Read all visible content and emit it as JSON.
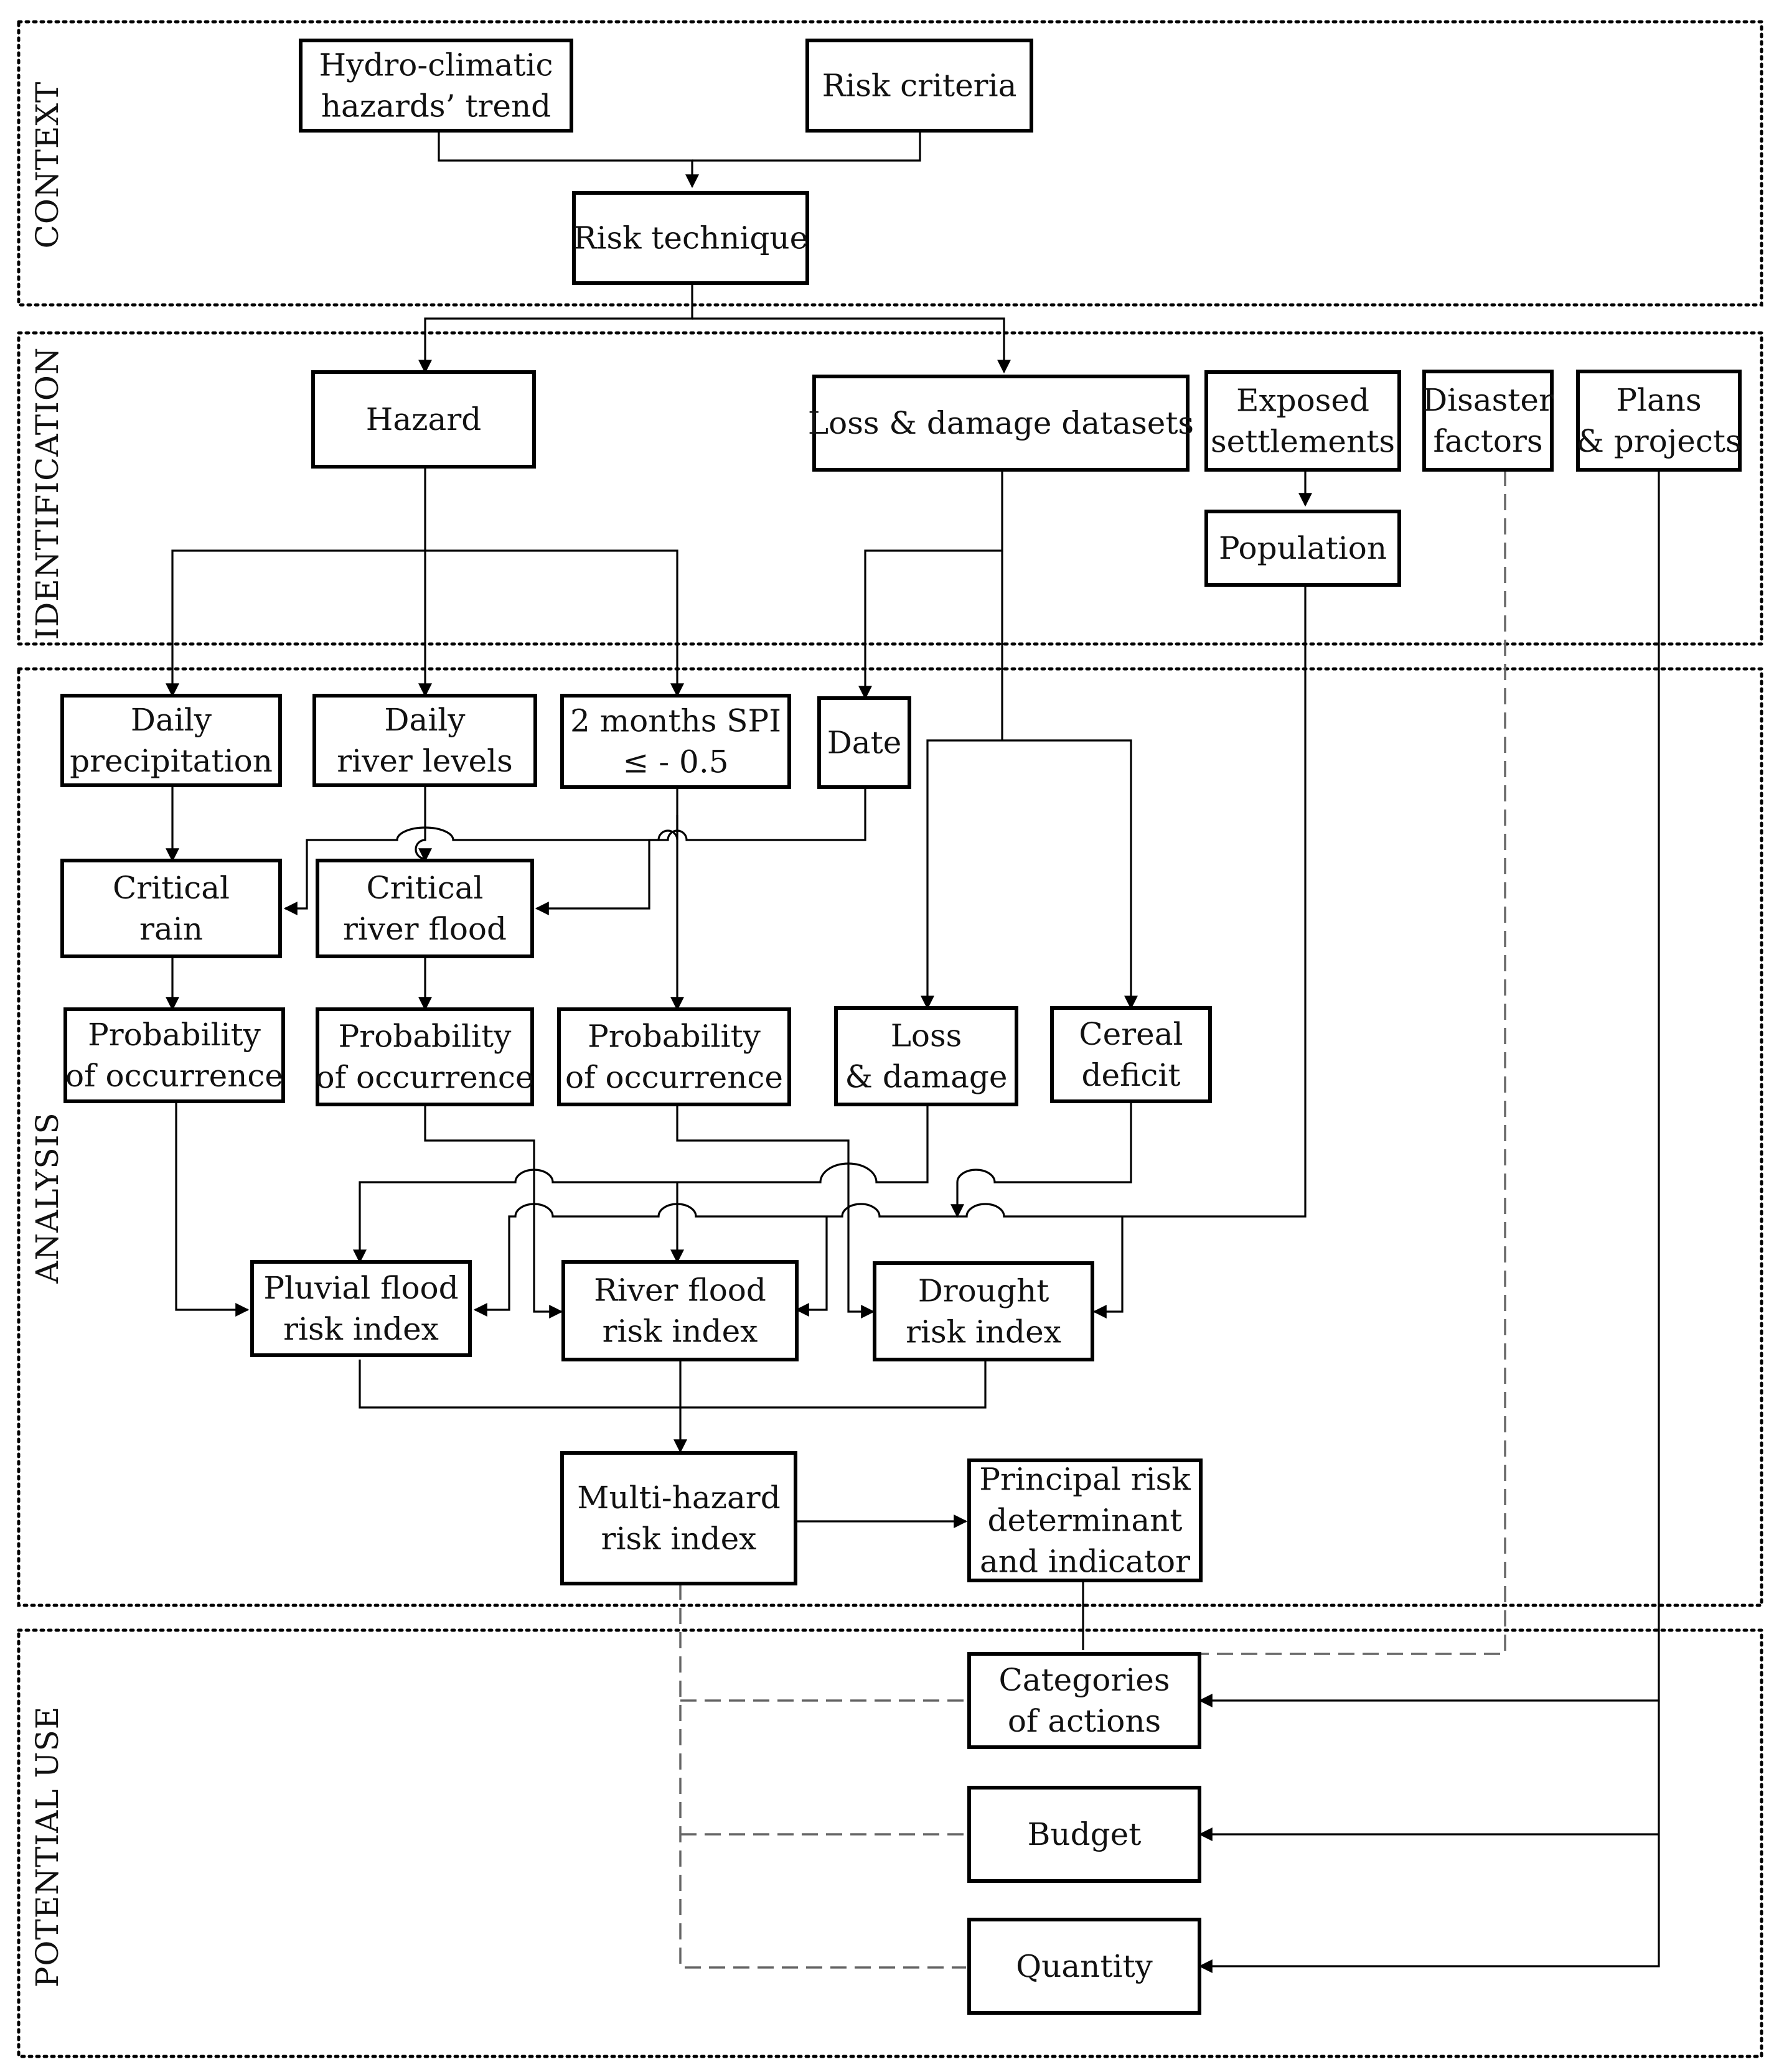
{
  "sections": {
    "context": "CONTEXT",
    "identification": "IDENTIFICATION",
    "analysis": "ANALYSIS",
    "potential_use": "POTENTIAL USE"
  },
  "nodes": {
    "hydro_climatic": [
      "Hydro-climatic",
      "hazards’ trend"
    ],
    "risk_criteria": [
      "Risk criteria"
    ],
    "risk_technique": [
      "Risk technique"
    ],
    "hazard": [
      "Hazard"
    ],
    "loss_damage_datasets": [
      "Loss & damage datasets"
    ],
    "exposed_settlements": [
      "Exposed",
      "settlements"
    ],
    "disaster_factors": [
      "Disaster",
      "factors"
    ],
    "plans_projects": [
      "Plans",
      "& projects"
    ],
    "population": [
      "Population"
    ],
    "daily_precipitation": [
      "Daily",
      "precipitation"
    ],
    "daily_river_levels": [
      "Daily",
      "river levels"
    ],
    "spi": [
      "2 months SPI",
      "≤ - 0.5"
    ],
    "date": [
      "Date"
    ],
    "critical_rain": [
      "Critical",
      "rain"
    ],
    "critical_river_flood": [
      "Critical",
      "river flood"
    ],
    "prob_rain": [
      "Probability",
      "of occurrence"
    ],
    "prob_river": [
      "Probability",
      "of occurrence"
    ],
    "prob_drought": [
      "Probability",
      "of occurrence"
    ],
    "loss_damage": [
      "Loss",
      "& damage"
    ],
    "cereal_deficit": [
      "Cereal",
      "deficit"
    ],
    "pluvial_index": [
      "Pluvial flood",
      "risk index"
    ],
    "river_index": [
      "River  flood",
      "risk index"
    ],
    "drought_index": [
      "Drought",
      "risk index"
    ],
    "multi_hazard": [
      "Multi-hazard",
      "risk index"
    ],
    "principal_risk": [
      "Principal risk",
      "determinant",
      "and indicator"
    ],
    "categories": [
      "Categories",
      "of actions"
    ],
    "budget": [
      "Budget"
    ],
    "quantity": [
      "Quantity"
    ]
  }
}
